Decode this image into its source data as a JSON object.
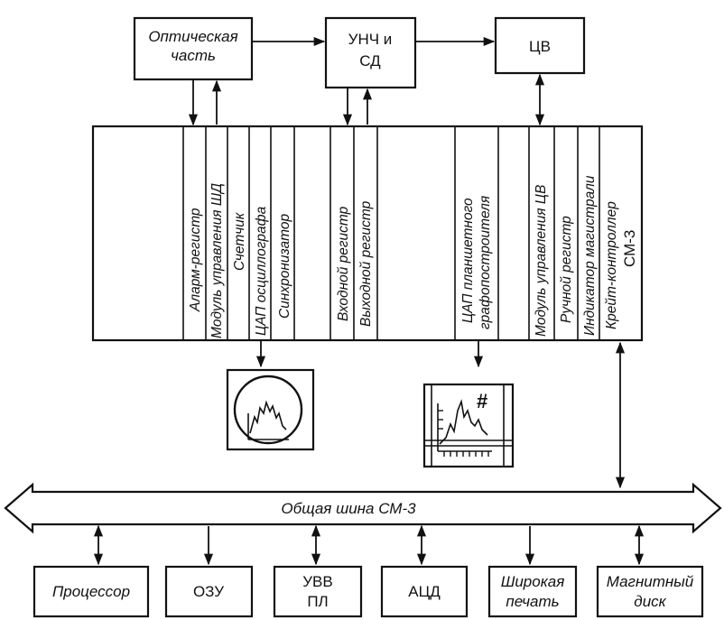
{
  "top_blocks": {
    "optical": [
      "Оптическая",
      "часть"
    ],
    "lf_amp": [
      "УНЧ и",
      "СД"
    ],
    "digital_voltmeter": "ЦВ"
  },
  "crate_modules": [
    "Аларм-регистр",
    "Модуль управления  ШД",
    "Счетчик",
    "ЦАП осциллографа",
    "Синхронизатор",
    "Входной регистр",
    "Выходной регистр",
    "ЦАП планшетного",
    "графопостроителя",
    "Модуль управления ЦВ",
    "Ручной регистр",
    "Индикатор магистрали",
    "Крейт-контроллер",
    "СМ-3"
  ],
  "bus_label": "Общая шина СМ-3",
  "devices": [
    {
      "id": "processor",
      "label": [
        "Процессор"
      ]
    },
    {
      "id": "ram",
      "label": [
        "ОЗУ"
      ]
    },
    {
      "id": "uvv",
      "label": [
        "УВВ",
        "ПЛ"
      ]
    },
    {
      "id": "adc",
      "label": [
        "АЦД"
      ]
    },
    {
      "id": "printer",
      "label": [
        "Широкая",
        "печать"
      ]
    },
    {
      "id": "disk",
      "label": [
        "Магнитный",
        "диск"
      ]
    }
  ],
  "icons": {
    "oscilloscope": "oscilloscope-icon",
    "plotter": "plotter-icon"
  }
}
